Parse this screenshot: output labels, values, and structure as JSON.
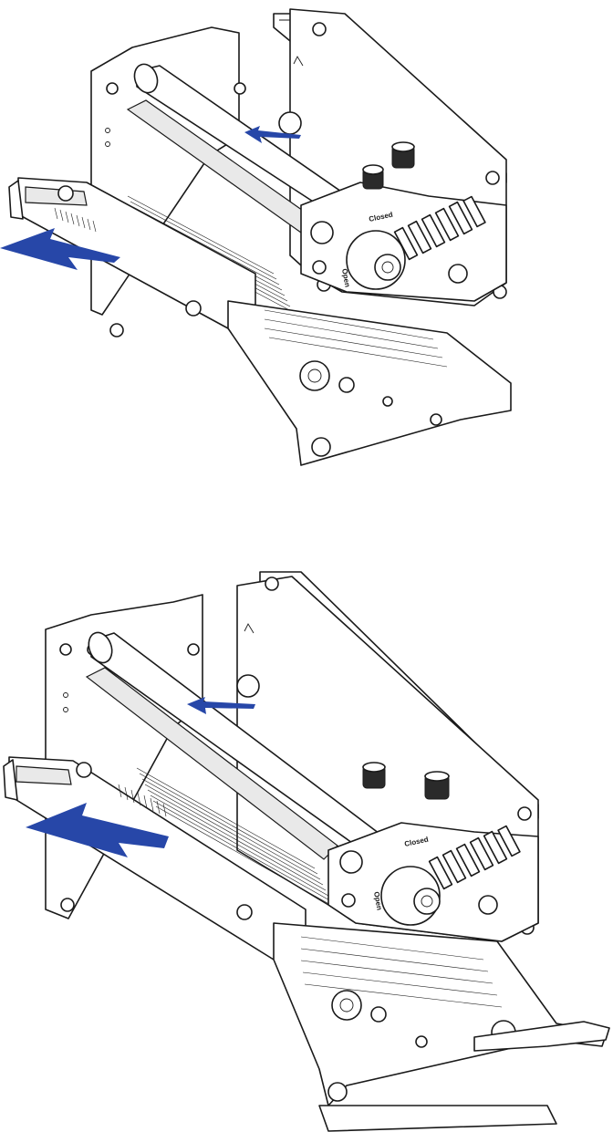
{
  "colors": {
    "arrow": "#2747a8",
    "line": "#1a1a1a",
    "background": "#ffffff"
  },
  "figures": [
    {
      "labels": {
        "closed": "Closed",
        "open": "Open"
      }
    },
    {
      "labels": {
        "closed": "Closed",
        "open": "Open"
      }
    }
  ]
}
